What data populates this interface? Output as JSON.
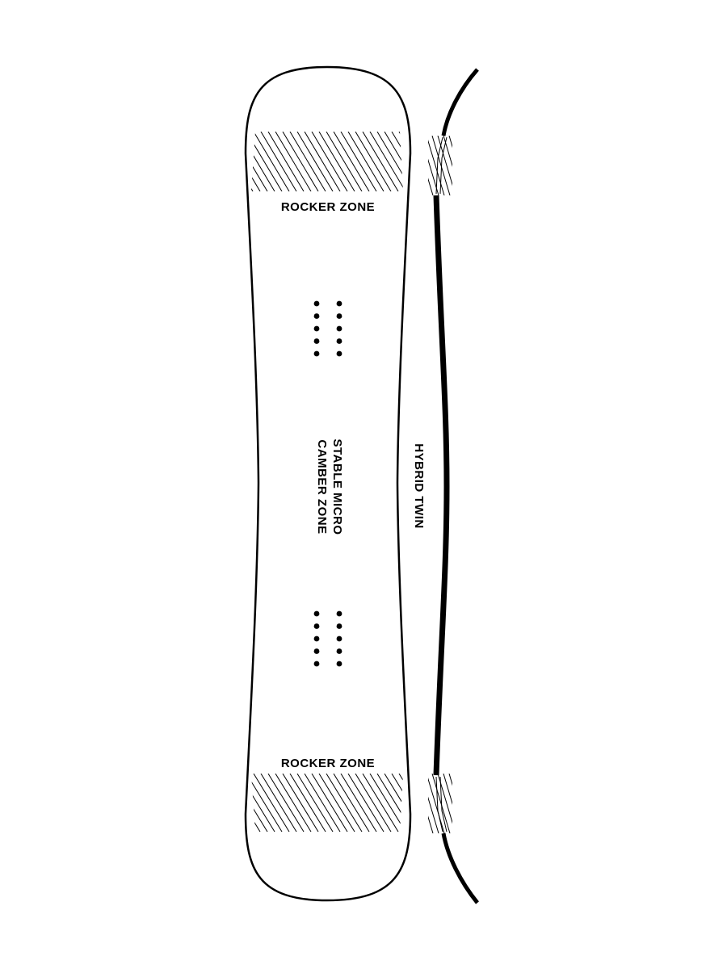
{
  "diagram": {
    "labels": {
      "rocker_top": "ROCKER ZONE",
      "rocker_bottom": "ROCKER ZONE",
      "camber_line1": "STABLE MICRO",
      "camber_line2": "CAMBER ZONE",
      "profile": "HYBRID TWIN"
    },
    "insert_groups": [
      {
        "name": "front-inserts",
        "columns": 2,
        "rows": 5
      },
      {
        "name": "rear-inserts",
        "columns": 2,
        "rows": 5
      }
    ],
    "colors": {
      "ink": "#000000",
      "background": "#ffffff"
    }
  }
}
